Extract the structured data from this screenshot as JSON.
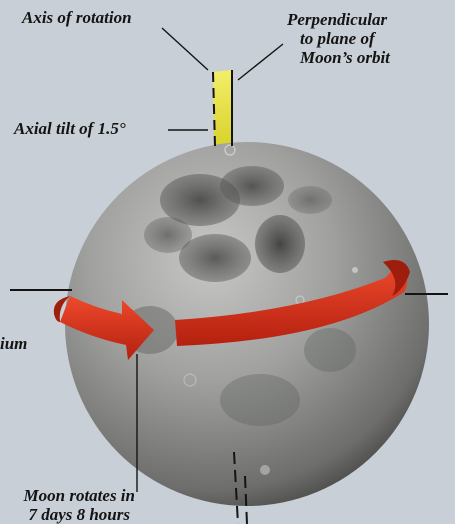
{
  "labels": {
    "axis_of_rotation": "Axis of rotation",
    "perpendicular": [
      "Perpendicular",
      "to plane of",
      "Moon’s orbit"
    ],
    "axial_tilt": "Axial tilt of 1.5°",
    "equator_partial": "ium",
    "rotation_period": [
      "Moon rotates in",
      "7 days 8 hours"
    ]
  },
  "colors": {
    "background": "#c9cfd6",
    "axis_highlight": "#e8e43a",
    "rotation_arrow": "#d8321d",
    "moon_base": "#8e8f8d"
  }
}
